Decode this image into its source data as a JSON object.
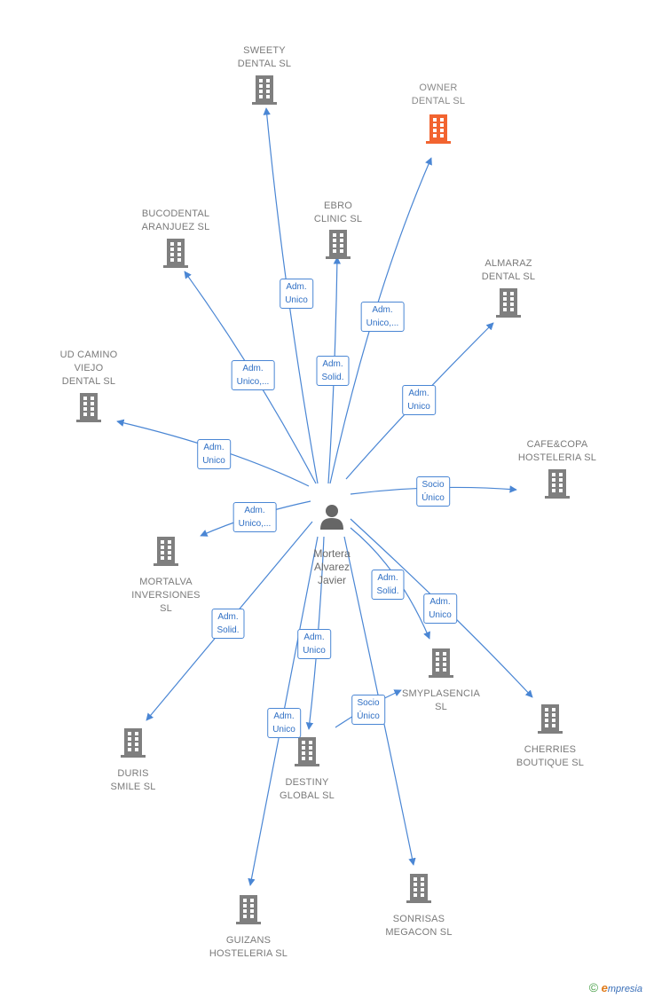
{
  "colors": {
    "edge": "#4a86d4",
    "building": "#7f7f7f",
    "building_highlight": "#f26430",
    "person": "#666666"
  },
  "person": {
    "name": "Mortera\nAlvarez\nJavier",
    "icon": "person-icon"
  },
  "companies": [
    {
      "id": "sweety",
      "name": "SWEETY\nDENTAL SL",
      "highlight": false
    },
    {
      "id": "owner",
      "name": "OWNER\nDENTAL SL",
      "highlight": true
    },
    {
      "id": "ebro",
      "name": "EBRO\nCLINIC SL",
      "highlight": false
    },
    {
      "id": "bucodental",
      "name": "BUCODENTAL\nARANJUEZ SL",
      "highlight": false
    },
    {
      "id": "almaraz",
      "name": "ALMARAZ\nDENTAL SL",
      "highlight": false
    },
    {
      "id": "udcamino",
      "name": "UD CAMINO\nVIEJO\nDENTAL SL",
      "highlight": false
    },
    {
      "id": "cafecopa",
      "name": "CAFE&COPA\nHOSTELERIA SL",
      "highlight": false
    },
    {
      "id": "mortalva",
      "name": "MORTALVA\nINVERSIONES\nSL",
      "highlight": false
    },
    {
      "id": "smyplasencia",
      "name": "SMYPLASENCIA\nSL",
      "highlight": false
    },
    {
      "id": "cherries",
      "name": "CHERRIES\nBOUTIQUE SL",
      "highlight": false
    },
    {
      "id": "duris",
      "name": "DURIS\nSMILE SL",
      "highlight": false
    },
    {
      "id": "destiny",
      "name": "DESTINY\nGLOBAL SL",
      "highlight": false
    },
    {
      "id": "sonrisas",
      "name": "SONRISAS\nMEGACON SL",
      "highlight": false
    },
    {
      "id": "guizans",
      "name": "GUIZANS\nHOSTELERIA SL",
      "highlight": false
    }
  ],
  "relations": [
    {
      "to": "sweety",
      "label": "Adm.\nUnico"
    },
    {
      "to": "owner",
      "label": "Adm.\nUnico,..."
    },
    {
      "to": "ebro",
      "label": "Adm.\nSolid."
    },
    {
      "to": "bucodental",
      "label": "Adm.\nUnico,..."
    },
    {
      "to": "almaraz",
      "label": "Adm.\nUnico"
    },
    {
      "to": "udcamino",
      "label": "Adm.\nUnico"
    },
    {
      "to": "cafecopa",
      "label": "Socio\nÚnico"
    },
    {
      "to": "mortalva",
      "label": "Adm.\nUnico,..."
    },
    {
      "to": "smyplasencia",
      "label": "Adm.\nSolid."
    },
    {
      "to": "cherries",
      "label": "Adm.\nUnico"
    },
    {
      "to": "duris",
      "label": "Adm.\nSolid."
    },
    {
      "to": "destiny",
      "label": "Adm.\nUnico"
    },
    {
      "to": "guizans",
      "label": "Adm.\nUnico"
    },
    {
      "to": "destiny",
      "label": "Socio\nÚnico",
      "via_smyplasencia": true
    },
    {
      "to": "sonrisas",
      "label": ""
    }
  ],
  "footer": {
    "copyright": "©",
    "brand_initial": "e",
    "brand_rest": "mpresia"
  }
}
